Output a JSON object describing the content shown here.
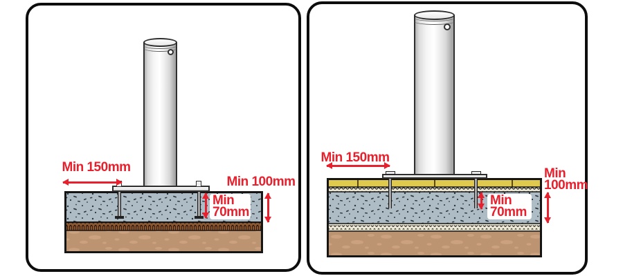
{
  "palette": {
    "red": "#e7202d",
    "outline": "#151515",
    "panel_border": "#0d0d0d",
    "concrete": "#aebcc6",
    "speckle": "#262c31",
    "soil": "#bd9472",
    "soil_blob": "#cba180",
    "membrane_brown": "#8a5733",
    "membrane_cream": "#ece7d2",
    "paver": "#dfc94f",
    "paver_joint": "#5a4a10",
    "label_bg": "#ffffff"
  },
  "panels": {
    "left": {
      "edge_distance": "Min 150mm",
      "slab_depth": "Min 100mm",
      "embed_line1": "Min",
      "embed_line2": "70mm"
    },
    "right": {
      "edge_distance": "Min 150mm",
      "slab_depth_line1": "Min",
      "slab_depth_line2": "100mm",
      "embed_line1": "Min",
      "embed_line2": "70mm"
    }
  }
}
